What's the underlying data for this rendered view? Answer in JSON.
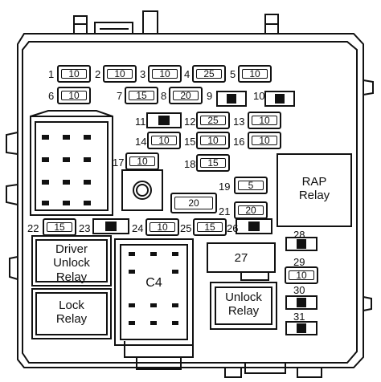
{
  "fuses": [
    {
      "id": "1",
      "amp": "10"
    },
    {
      "id": "2",
      "amp": "10"
    },
    {
      "id": "3",
      "amp": "10"
    },
    {
      "id": "4",
      "amp": "25"
    },
    {
      "id": "5",
      "amp": "10"
    },
    {
      "id": "6",
      "amp": "10"
    },
    {
      "id": "7",
      "amp": "15"
    },
    {
      "id": "8",
      "amp": "20"
    },
    {
      "id": "9",
      "amp": ""
    },
    {
      "id": "10",
      "amp": ""
    },
    {
      "id": "11",
      "amp": ""
    },
    {
      "id": "12",
      "amp": "25"
    },
    {
      "id": "13",
      "amp": "10"
    },
    {
      "id": "14",
      "amp": "10"
    },
    {
      "id": "15",
      "amp": "10"
    },
    {
      "id": "16",
      "amp": "10"
    },
    {
      "id": "17",
      "amp": "10"
    },
    {
      "id": "18",
      "amp": "15"
    },
    {
      "id": "19",
      "amp": "5"
    },
    {
      "id": "20",
      "amp": ""
    },
    {
      "id": "21",
      "amp": "20"
    },
    {
      "id": "22",
      "amp": "15"
    },
    {
      "id": "23",
      "amp": ""
    },
    {
      "id": "24",
      "amp": "10"
    },
    {
      "id": "25",
      "amp": "15"
    },
    {
      "id": "26",
      "amp": ""
    },
    {
      "id": "27",
      "amp": ""
    },
    {
      "id": "28",
      "amp": ""
    },
    {
      "id": "29",
      "amp": "10"
    },
    {
      "id": "30",
      "amp": ""
    },
    {
      "id": "31",
      "amp": ""
    }
  ],
  "center_fuse_label": "20",
  "block_27_label": "27",
  "relays": {
    "rap": "RAP\nRelay",
    "driver_unlock": "Driver\nUnlock\nRelay",
    "lock": "Lock\nRelay",
    "c4": "C4",
    "unlock": "Unlock\nRelay"
  }
}
